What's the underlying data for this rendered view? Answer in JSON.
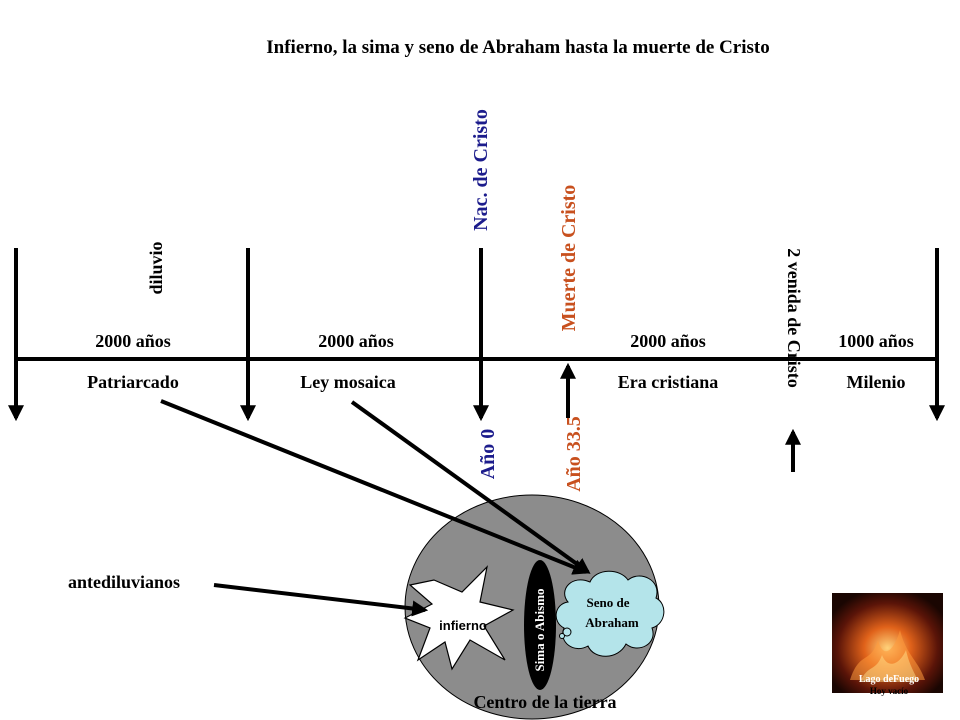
{
  "title": "Infierno, la sima y seno de Abraham hasta la muerte de Cristo",
  "periods": [
    {
      "years": "2000 años",
      "name": "Patriarcado"
    },
    {
      "years": "2000 años",
      "name": "Ley mosaica"
    },
    {
      "years": "2000 años",
      "name": "Era cristiana"
    },
    {
      "years": "1000 años",
      "name": "Milenio"
    }
  ],
  "markers": {
    "diluvio": "diluvio",
    "nacimiento": "Nac. de Cristo",
    "muerte": "Muerte de Cristo",
    "segunda_venida": "2 venida de Cristo",
    "anio_0": "Año 0",
    "anio_33": "Año 33.5"
  },
  "earth": {
    "infierno": "infierno",
    "sima": "Sima o Abismo",
    "seno_line1": "Seno de",
    "seno_line2": "Abraham",
    "centro": "Centro de la tierra"
  },
  "antediluvianos": "antediluvianos",
  "lake": {
    "line1": "Lago deFuego",
    "line2": "Hoy vacío"
  },
  "colors": {
    "black": "#000000",
    "blue": "#1c1c8c",
    "orange": "#c8501e",
    "earth": "#8c8c8c",
    "cloud": "#b4e4ea"
  }
}
